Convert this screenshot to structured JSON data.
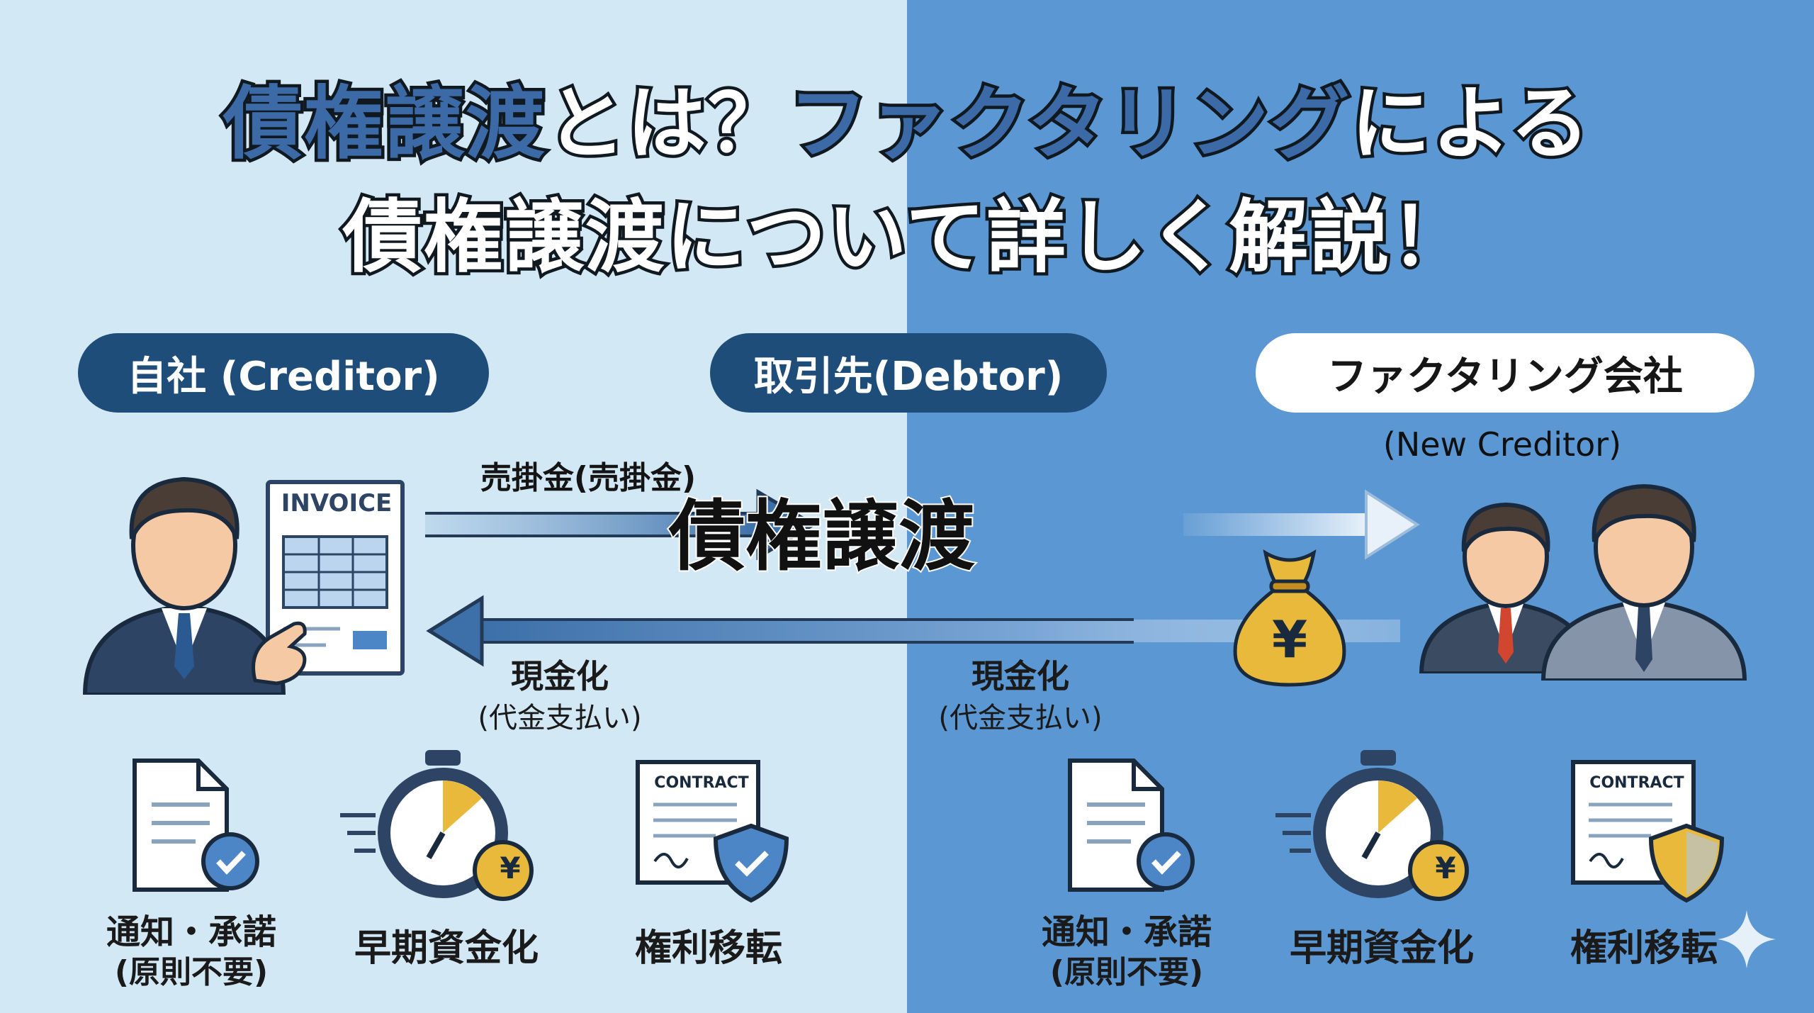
{
  "title": {
    "line1_a": "債権譲渡",
    "line1_b": "とは？",
    "line1_c": "ファクタリング",
    "line1_d": "による",
    "line2": "債権譲渡について詳しく解説！"
  },
  "parties": {
    "creditor": "自社 (Creditor)",
    "debtor": "取引先(Debtor)",
    "factor": "ファクタリング会社",
    "factor_sub": "(New Creditor)"
  },
  "flow": {
    "receivable": "売掛金(売掛金)",
    "assignment": "債権譲渡",
    "cash_left_1": "現金化",
    "cash_left_2": "(代金支払い)",
    "cash_right_1": "現金化",
    "cash_right_2": "(代金支払い)",
    "invoice_label": "INVOICE",
    "yen_symbol": "¥"
  },
  "features_left": [
    {
      "label": "通知・承諾",
      "sub": "(原則不要)",
      "icon": "document-check-icon"
    },
    {
      "label": "早期資金化",
      "sub": "",
      "icon": "stopwatch-yen-icon"
    },
    {
      "label": "権利移転",
      "sub": "",
      "icon": "contract-shield-icon"
    }
  ],
  "features_right": [
    {
      "label": "通知・承諾",
      "sub": "(原則不要)",
      "icon": "document-check-icon"
    },
    {
      "label": "早期資金化",
      "sub": "",
      "icon": "stopwatch-yen-icon"
    },
    {
      "label": "権利移転",
      "sub": "",
      "icon": "contract-shield-icon"
    }
  ],
  "contract_label": "CONTRACT",
  "colors": {
    "left_bg": "#d3e8f5",
    "right_bg": "#5b97d2",
    "navy": "#1f4d7a",
    "title_blue": "#3c6aa7",
    "gold": "#e8b93a"
  }
}
